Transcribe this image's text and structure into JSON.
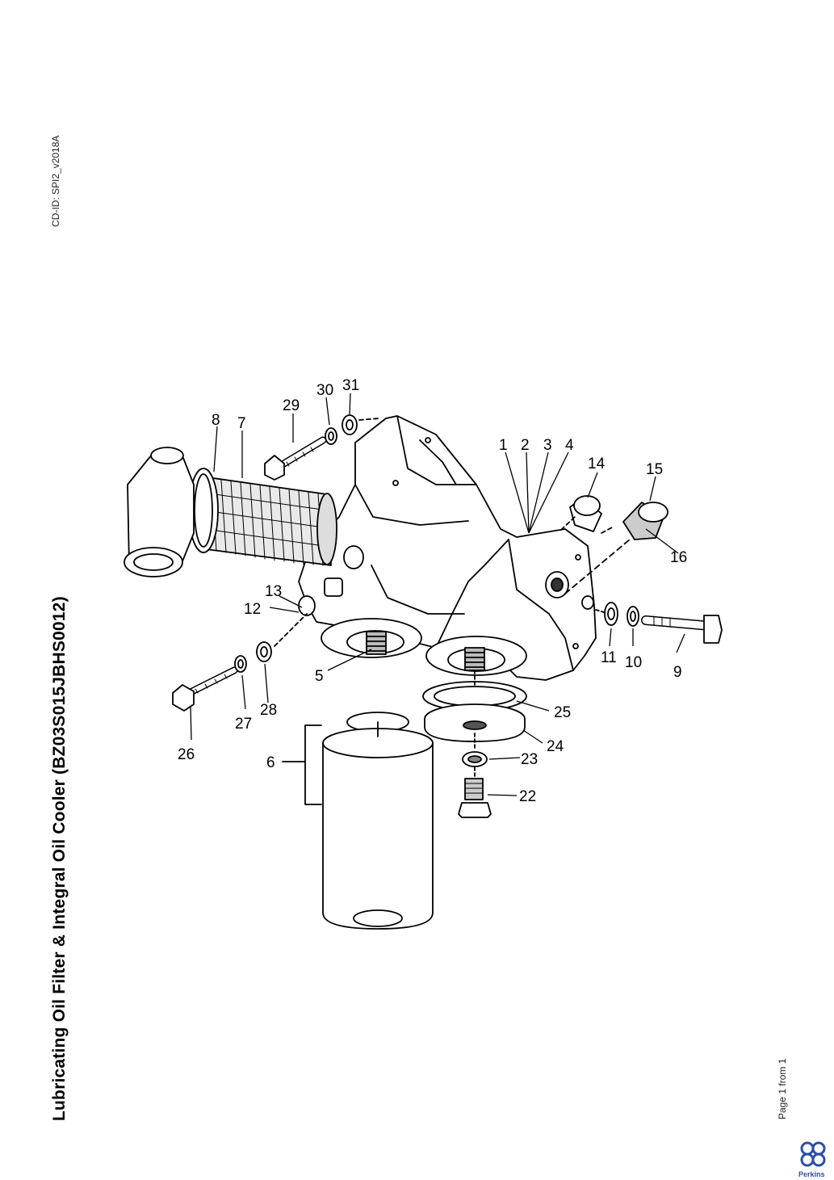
{
  "document": {
    "title": "Lubricating Oil Filter & Integral Oil Cooler (BZ03S015JBHS0012)",
    "cd_id": "CD-ID: SPI2_v2018A",
    "page": "Page 1 from 1",
    "brand": "Perkins"
  },
  "callouts": [
    "1",
    "2",
    "3",
    "4",
    "5",
    "6",
    "7",
    "8",
    "9",
    "10",
    "11",
    "12",
    "13",
    "14",
    "15",
    "16",
    "22",
    "23",
    "24",
    "25",
    "26",
    "27",
    "28",
    "29",
    "30",
    "31"
  ]
}
